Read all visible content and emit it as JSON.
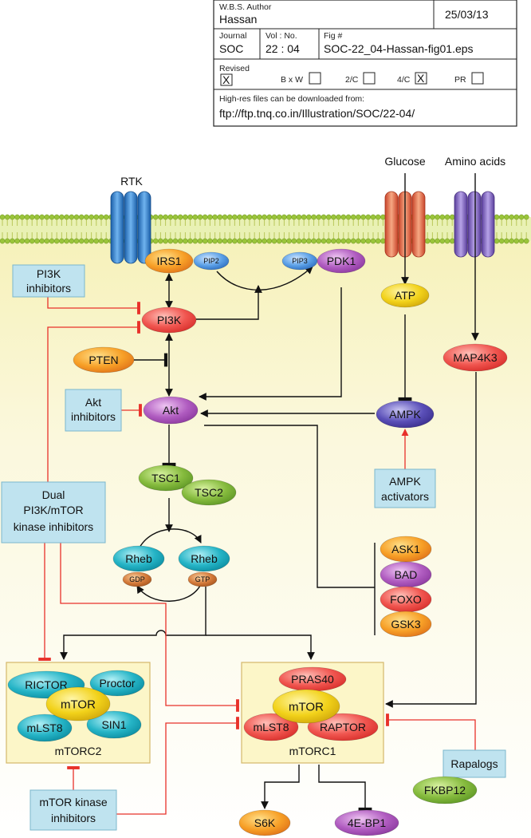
{
  "header": {
    "author_label": "W.B.S. Author",
    "author_name": "Hassan",
    "date": "25/03/13",
    "journal_label": "Journal",
    "journal_value": "SOC",
    "vol_label": "Vol : No.",
    "vol_value": "22 : 04",
    "fig_label": "Fig #",
    "fig_value": "SOC-22_04-Hassan-fig01.eps",
    "revised_label": "Revised",
    "revised_mark": "X",
    "bw_label": "B x W",
    "c2_label": "2/C",
    "c4_label": "4/C",
    "c4_mark": "X",
    "pr_label": "PR",
    "hires_label": "High-res files can be downloaded from:",
    "hires_url": "ftp://ftp.tnq.co.in/Illustration/SOC/22-04/"
  },
  "labels": {
    "rtk": "RTK",
    "glucose": "Glucose",
    "amino_acids": "Amino acids"
  },
  "nodes": {
    "irs1": "IRS1",
    "pip2": "PIP2",
    "pip3": "PIP3",
    "pdk1": "PDK1",
    "atp": "ATP",
    "pi3k": "PI3K",
    "pten": "PTEN",
    "map4k3": "MAP4K3",
    "akt": "Akt",
    "ampk": "AMPK",
    "tsc1": "TSC1",
    "tsc2": "TSC2",
    "rheb_gdp": "Rheb",
    "rheb_gtp": "Rheb",
    "gdp": "GDP",
    "gtp": "GTP",
    "ask1": "ASK1",
    "bad": "BAD",
    "foxo": "FOXO",
    "gsk3": "GSK3",
    "rictor": "RICTOR",
    "proctor": "Proctor",
    "mtor2": "mTOR",
    "mlst8_2": "mLST8",
    "sin1": "SIN1",
    "pras40": "PRAS40",
    "mtor1": "mTOR",
    "mlst8_1": "mLST8",
    "raptor": "RAPTOR",
    "fkbp12": "FKBP12",
    "s6k": "S6K",
    "fourebp1": "4E-BP1"
  },
  "complexes": {
    "mtorc2": "mTORC2",
    "mtorc1": "mTORC1"
  },
  "inhibitor_boxes": {
    "pi3k_inhib": [
      "PI3K",
      "inhibitors"
    ],
    "akt_inhib": [
      "Akt",
      "inhibitors"
    ],
    "ampk_act": [
      "AMPK",
      "activators"
    ],
    "dual_inhib": [
      "Dual",
      "PI3K/mTOR",
      "kinase inhibitors"
    ],
    "rapalogs": [
      "Rapalogs"
    ],
    "mtor_kinase_inhib": [
      "mTOR kinase",
      "inhibitors"
    ]
  },
  "colors": {
    "membrane_head": "#9ac43a",
    "membrane_tail": "#e8efb0",
    "cytoplasm": "#fbf7d0",
    "complex_box": "#fcf6c8",
    "inhibitor_box": "#bfe3ef",
    "inhibit_line": "#e8312a",
    "orange": "#f5951e",
    "purple": "#a04fb0",
    "red": "#ea4040",
    "yellow": "#f2d21a",
    "teal": "#1eaec0",
    "green": "#7bb33a",
    "blue": "#2f7fd2",
    "navy": "#4c3fa0"
  }
}
